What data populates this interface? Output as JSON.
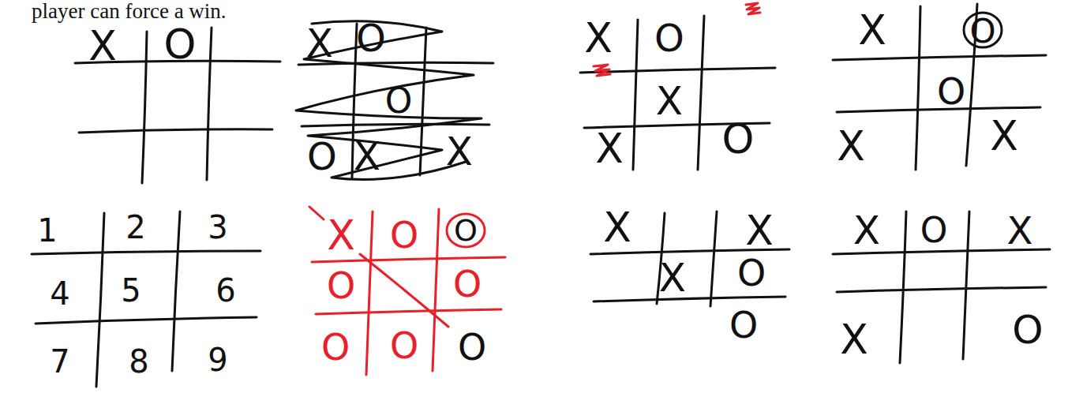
{
  "diagram": {
    "labels": [
      "player can force a win.",
      "X",
      "O",
      "X",
      "O",
      "O",
      "O",
      "X",
      "X",
      "X",
      "O",
      "X",
      "X",
      "O",
      "X",
      "O",
      "O",
      "X",
      "X",
      "1",
      "2",
      "3",
      "4",
      "5",
      "6",
      "7",
      "8",
      "9",
      "X",
      "O",
      "O",
      "O",
      "O",
      "O",
      "O",
      "O",
      "X",
      "X",
      "X",
      "O",
      "O",
      "X",
      "O",
      "X",
      "X",
      "O"
    ]
  }
}
